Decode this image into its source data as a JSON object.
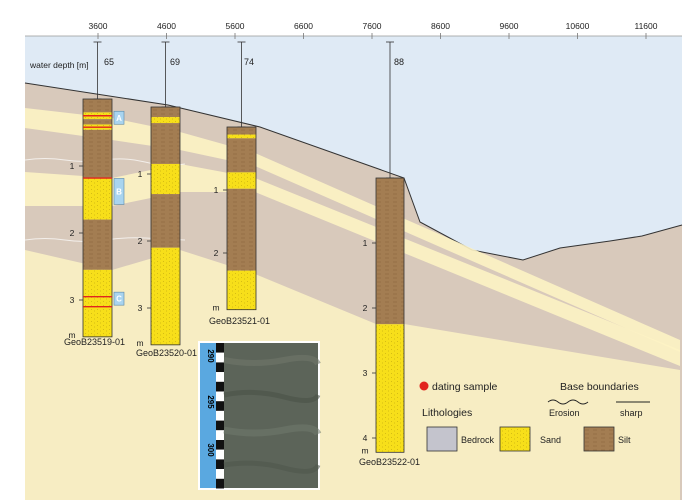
{
  "axis": {
    "distance_ticks": [
      "3600",
      "4600",
      "5600",
      "6600",
      "7600",
      "8600",
      "9600",
      "10600",
      "11600"
    ],
    "water_depth_label": "water depth [m]"
  },
  "depth_unit": "m",
  "cores": [
    {
      "id": "GeoB23519-01",
      "water_depth": "65",
      "depth_ticks": [
        "1",
        "2",
        "3"
      ],
      "samples": [
        "A",
        "B",
        "C"
      ],
      "layers": [
        {
          "type": "silt",
          "from": 0,
          "to": 0.2
        },
        {
          "type": "sand",
          "from": 0.2,
          "to": 0.3
        },
        {
          "type": "silt",
          "from": 0.3,
          "to": 0.38
        },
        {
          "type": "sand",
          "from": 0.38,
          "to": 0.46
        },
        {
          "type": "silt",
          "from": 0.46,
          "to": 1.18
        },
        {
          "type": "sand",
          "from": 1.18,
          "to": 1.8
        },
        {
          "type": "silt",
          "from": 1.8,
          "to": 2.55
        },
        {
          "type": "sand",
          "from": 2.55,
          "to": 3.55
        }
      ],
      "dating_depths": [
        0.25,
        0.42,
        1.18,
        2.95,
        3.1
      ]
    },
    {
      "id": "GeoB23520-01",
      "water_depth": "69",
      "depth_ticks": [
        "1",
        "2",
        "3"
      ],
      "samples": [],
      "layers": [
        {
          "type": "silt",
          "from": 0,
          "to": 0.15
        },
        {
          "type": "sand",
          "from": 0.15,
          "to": 0.24
        },
        {
          "type": "silt",
          "from": 0.24,
          "to": 0.85
        },
        {
          "type": "sand",
          "from": 0.85,
          "to": 1.3
        },
        {
          "type": "silt",
          "from": 1.3,
          "to": 2.1
        },
        {
          "type": "sand",
          "from": 2.1,
          "to": 3.55
        }
      ],
      "dating_depths": []
    },
    {
      "id": "GeoB23521-01",
      "water_depth": "74",
      "depth_ticks": [
        "1",
        "2"
      ],
      "samples": [],
      "layers": [
        {
          "type": "silt",
          "from": 0,
          "to": 0.12
        },
        {
          "type": "sand",
          "from": 0.12,
          "to": 0.18
        },
        {
          "type": "silt",
          "from": 0.18,
          "to": 0.72
        },
        {
          "type": "sand",
          "from": 0.72,
          "to": 0.98
        },
        {
          "type": "silt",
          "from": 0.98,
          "to": 2.28
        },
        {
          "type": "sand",
          "from": 2.28,
          "to": 2.9
        }
      ],
      "dating_depths": []
    },
    {
      "id": "GeoB23522-01",
      "water_depth": "88",
      "depth_ticks": [
        "1",
        "2",
        "3",
        "4"
      ],
      "samples": [],
      "layers": [
        {
          "type": "silt",
          "from": 0,
          "to": 2.25
        },
        {
          "type": "sand",
          "from": 2.25,
          "to": 4.22
        }
      ],
      "dating_depths": []
    }
  ],
  "photo": {
    "depth_labels": [
      "290",
      "295",
      "300"
    ]
  },
  "legend": {
    "dating_sample": "dating sample",
    "base_boundaries": "Base boundaries",
    "erosion": "Erosion",
    "sharp": "sharp",
    "lithologies": "Lithologies",
    "bedrock": "Bedrock",
    "sand": "Sand",
    "silt": "Silt"
  },
  "colors": {
    "water": "#dfeaf5",
    "seabed": "#d8c9bb",
    "sand_band": "#fdf3c4",
    "silt": "#a37d52",
    "sand": "#f7df1a",
    "bedrock": "#c4c4cd",
    "dating": "#e2251e",
    "sample_box": "#a9d4ef"
  }
}
